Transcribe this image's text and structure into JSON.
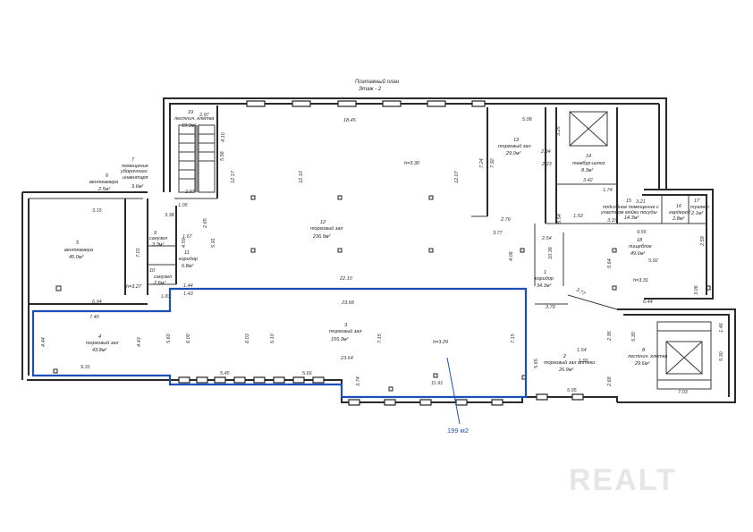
{
  "header": {
    "line1": "Поэтажный план",
    "line2": "Этаж - 2"
  },
  "callout": {
    "area": "199 м2"
  },
  "watermark": "REALT",
  "rooms": {
    "r1": {
      "num": "1",
      "name": "коридор",
      "area": "34.3м²"
    },
    "r2": {
      "num": "2",
      "name": "торговый зал аптеки",
      "area": "26.9м²"
    },
    "r3": {
      "num": "3",
      "name": "торговый зал",
      "area": "155.3м²",
      "h": "h=3.29"
    },
    "r4": {
      "num": "4",
      "name": "торговый зал",
      "area": "43.8м²"
    },
    "r5": {
      "num": "5",
      "name": "венткамера",
      "area": "45.0м²",
      "h": "h=3.27"
    },
    "r6": {
      "num": "6",
      "name": "венткамера",
      "area": "2.5м²"
    },
    "r7": {
      "num": "7",
      "name1": "помещение",
      "name2": "уборочного",
      "name3": "инвентаря",
      "area": "3.6м²"
    },
    "r8": {
      "num": "8",
      "name": "лестнич. клетка",
      "area": "29.6м²"
    },
    "r9": {
      "num": "9",
      "name": "санузел",
      "area": "3.3м²"
    },
    "r10": {
      "num": "10",
      "name": "санузел",
      "area": "2.6м²"
    },
    "r11": {
      "num": "11",
      "name": "коридор",
      "area": "6.8м²"
    },
    "r12": {
      "num": "12",
      "name": "торговый зал",
      "area": "236.9м²",
      "h": "h=3.30"
    },
    "r13": {
      "num": "13",
      "name": "торговый зал",
      "area": "29.0м²"
    },
    "r14": {
      "num": "14",
      "name": "тамбур-шлюз",
      "area": "8.3м²"
    },
    "r15": {
      "num": "15",
      "name1": "подсобное помещение с",
      "name2": "участком мойки посуды",
      "area": "14.3м²"
    },
    "r16": {
      "num": "16",
      "name": "гардероб",
      "area": "2.8м²"
    },
    "r17": {
      "num": "17",
      "name": "туалет",
      "area": "2.1м²"
    },
    "r18": {
      "num": "18",
      "name": "пищеблок",
      "area": "49.6м²",
      "h": "h=3.31"
    },
    "r19": {
      "num": "19",
      "name": "лестнич. клетка",
      "area": "19.3м²"
    }
  },
  "dims": {
    "d_1845": "18.45",
    "d_2210": "22.10",
    "d_2368": "23.68",
    "d_2364": "23.64",
    "d_1210": "12.10",
    "d_1207": "12.07",
    "d_1217": "12.17",
    "d_297": "2.97",
    "d_297b": "2.97",
    "d_508": "5.08",
    "d_325": "3.25",
    "d_234": "2.34",
    "d_223": "2.23",
    "d_724": "7.24",
    "d_792": "7.92",
    "d_279": "2.79",
    "d_377": "3.77",
    "d_254": "2.54",
    "d_406": "4.06",
    "d_1036": "10.36",
    "d_554": "5.54",
    "d_342": "3.42",
    "d_174": "1.74",
    "d_321": "3.21",
    "d_153": "1.53",
    "d_337": "3.37",
    "d_955": "9.55",
    "d_592": "5.92",
    "d_564": "5.64",
    "d_306": "3.06",
    "d_644": "6.44",
    "d_379": "3.79",
    "d_377b": "3.77",
    "d_315": "3.15",
    "d_338": "3.38",
    "d_701": "7.01",
    "d_694": "6.94",
    "d_740": "7.40",
    "d_444": "4.44",
    "d_443": "4.43",
    "d_931": "9.31",
    "d_560": "5.60",
    "d_600": "6.00",
    "d_603": "6.03",
    "d_610": "6.10",
    "d_715": "7.15",
    "d_715b": "7.15",
    "d_545": "5.45",
    "d_566": "5.66",
    "d_1191": "11.91",
    "d_595": "5.95",
    "d_565": "5.65",
    "d_154": "1.54",
    "d_155": "1.55",
    "d_268": "2.68",
    "d_530": "5.30",
    "d_530b": "5.30",
    "d_146": "1.46",
    "d_703": "7.03",
    "d_167": "1.67",
    "d_459": "4.59",
    "d_591": "5.91",
    "d_144": "1.44",
    "d_143": "1.43",
    "d_181": "1.81",
    "d_556": "5.56",
    "d_410": "4.10",
    "d_105": "1.05",
    "d_265": "2.65",
    "d_295": "2.95",
    "d_259": "2.59",
    "d_374": "3.74"
  }
}
